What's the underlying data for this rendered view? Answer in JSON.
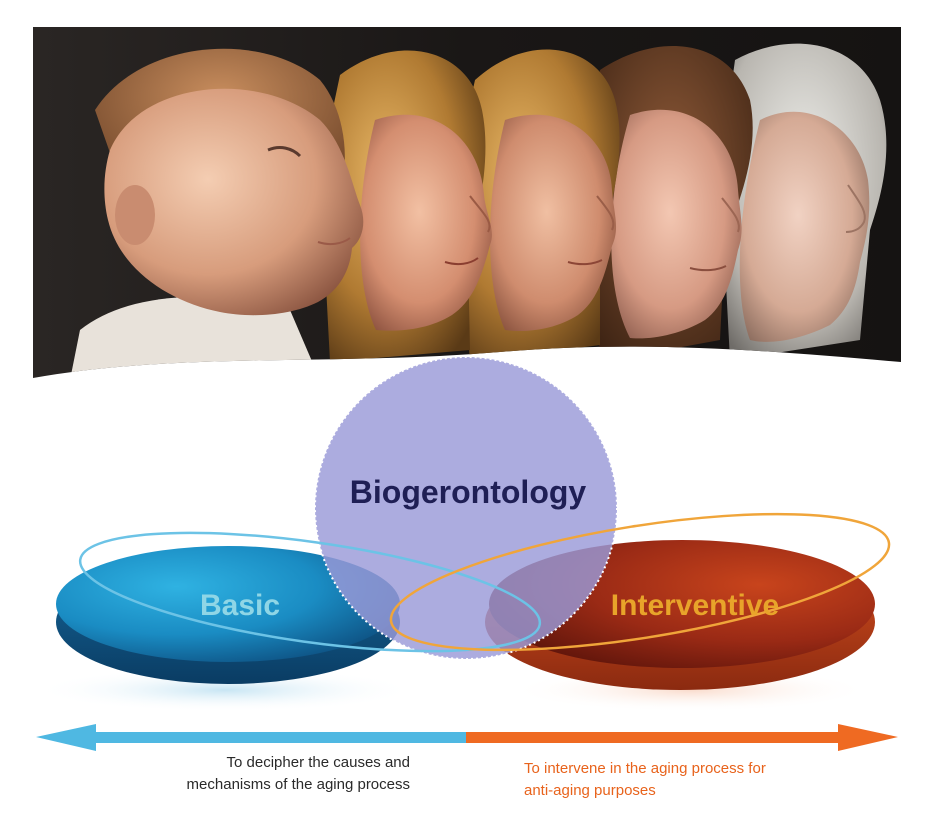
{
  "diagram": {
    "center": {
      "label": "Biogerontology"
    },
    "left": {
      "label": "Basic",
      "caption_line1": "To decipher the causes and",
      "caption_line2": "mechanisms of the aging process"
    },
    "right": {
      "label": "Interventive",
      "caption_line1": "To intervene in the aging process for",
      "caption_line2": "anti-aging purposes"
    }
  },
  "photo": {
    "subject": "profiles of five faces from infancy to old age"
  },
  "colors": {
    "photo_background": "#1f1c1b",
    "center_circle": "#9a9ad8",
    "center_text": "#1f1f55",
    "basic_disc": "#1c8fc4",
    "basic_text": "#8fd6e6",
    "basic_arrow": "#4fb8e2",
    "interventive_disc": "#b3361a",
    "interventive_text": "#e8a42a",
    "interventive_arrow": "#ef6a22",
    "interventive_caption": "#e8631c"
  }
}
